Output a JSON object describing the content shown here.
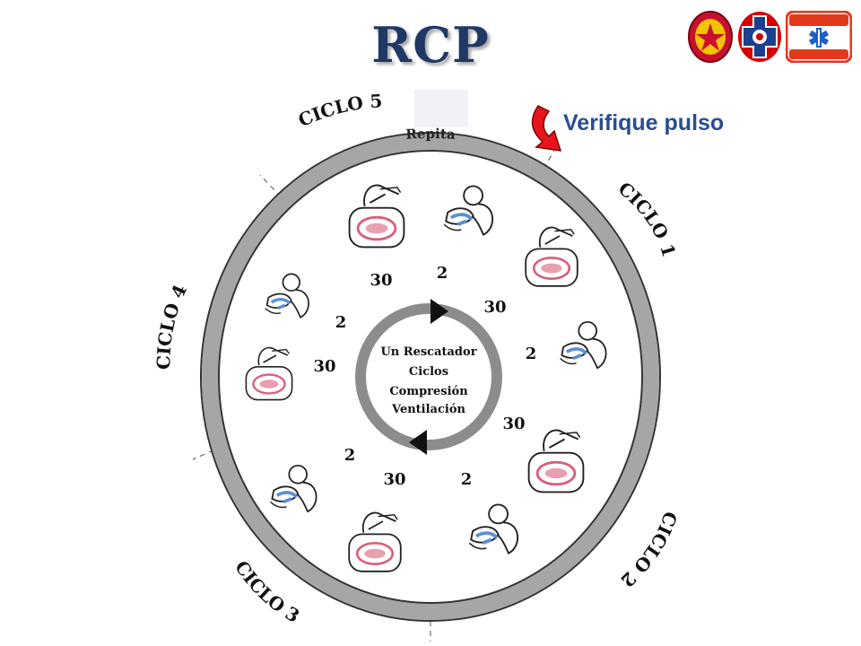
{
  "title": "RCP",
  "callout": "Verifique pulso",
  "ring_label": "Repita",
  "cycles": [
    "CICLO 1",
    "CICLO 2",
    "CICLO 3",
    "CICLO 4",
    "CICLO 5"
  ],
  "center": {
    "line1": "Un Rescatador",
    "line2": "Ciclos",
    "line3": "Compresión",
    "line4": "Ventilación"
  },
  "counts": {
    "compressions": "30",
    "ventilations": "2"
  },
  "logos": [
    "firefighter-badge-1",
    "firefighter-badge-2",
    "ambulance-badge"
  ],
  "colors": {
    "title": "#1f3864",
    "ring": "#a6a6a6",
    "callout_arrow": "#e8141c",
    "callout_text": "#2a4d8f",
    "ventilation_blue": "#5b8fd6",
    "compression_red": "#d9607a"
  }
}
